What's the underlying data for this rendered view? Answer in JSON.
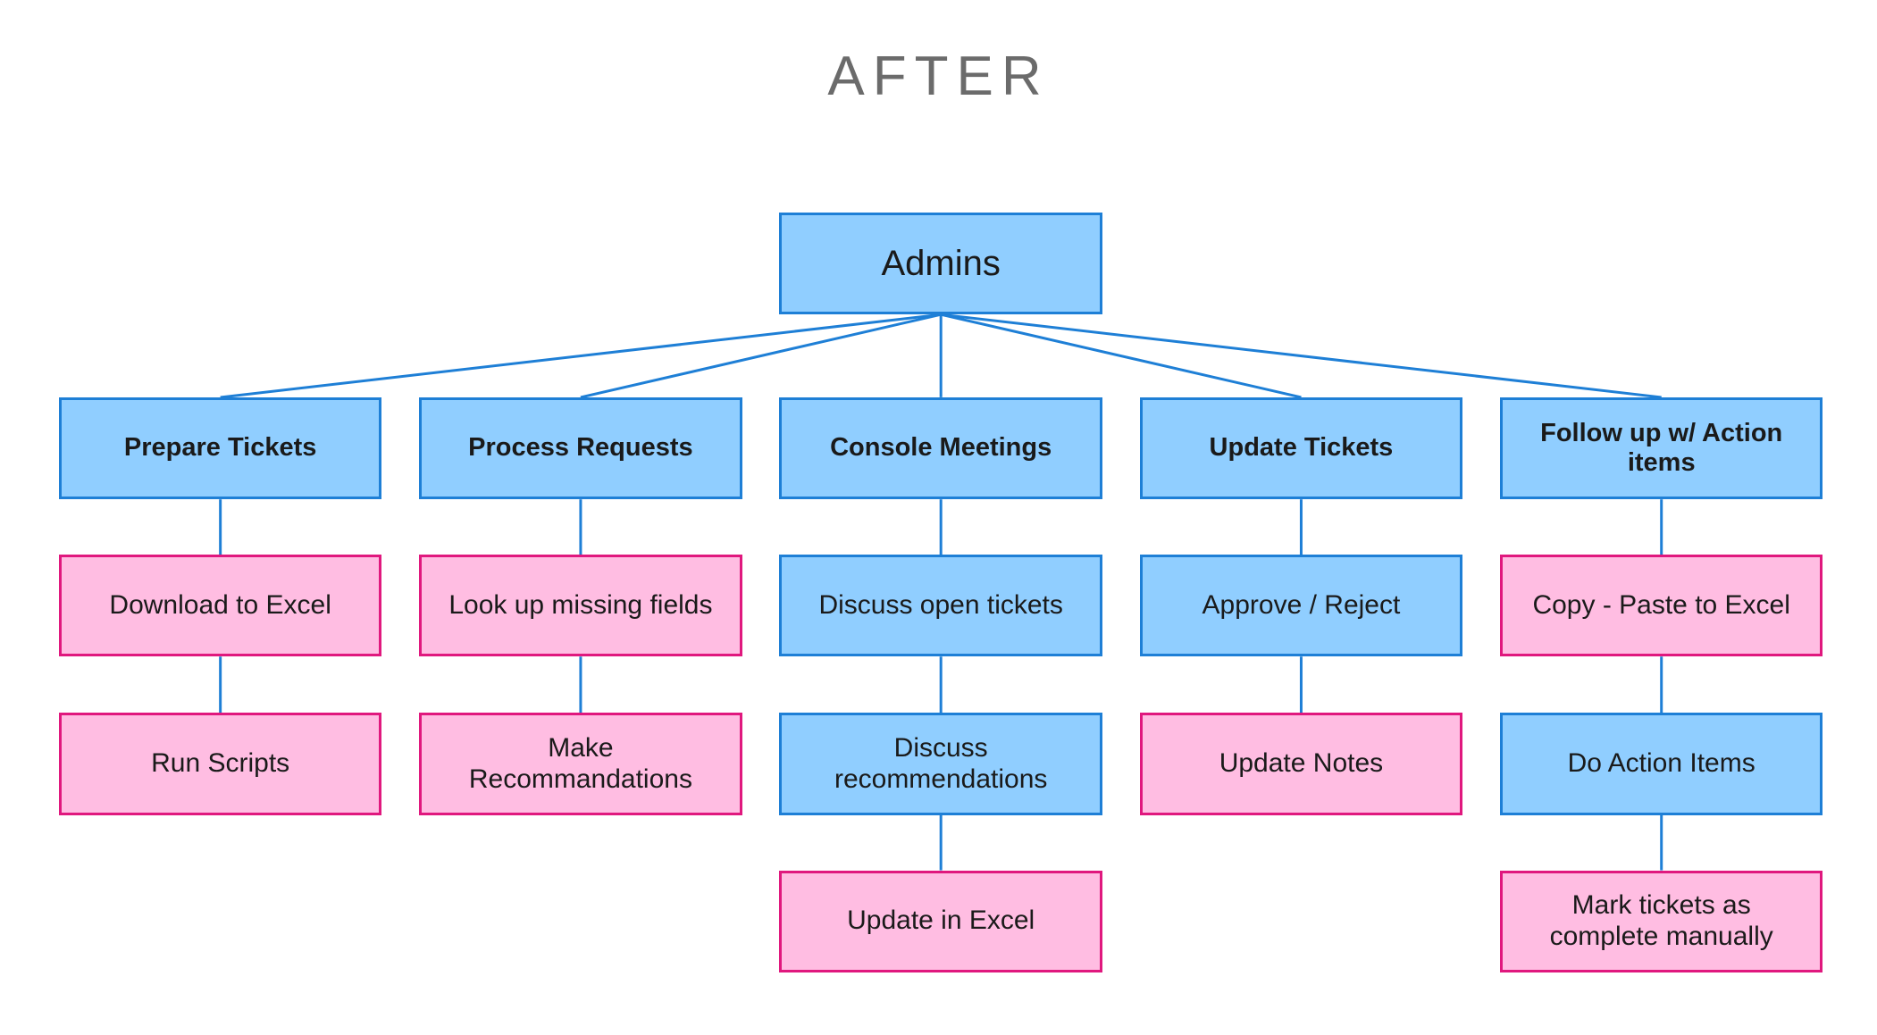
{
  "title": "AFTER",
  "colors": {
    "blue_fill": "#90ceff",
    "blue_border": "#1e7fd6",
    "pink_fill": "#ffbde2",
    "pink_border": "#e0187e",
    "connector": "#1e7fd6"
  },
  "root": {
    "label": "Admins",
    "color": "blue"
  },
  "branches": [
    {
      "label": "Prepare Tickets",
      "color": "blue",
      "children": [
        {
          "label": "Download to Excel",
          "color": "pink"
        },
        {
          "label": "Run Scripts",
          "color": "pink"
        }
      ]
    },
    {
      "label": "Process Requests",
      "color": "blue",
      "children": [
        {
          "label": "Look up missing fields",
          "color": "pink"
        },
        {
          "label": "Make Recommandations",
          "color": "pink"
        }
      ]
    },
    {
      "label": "Console Meetings",
      "color": "blue",
      "children": [
        {
          "label": "Discuss open tickets",
          "color": "blue"
        },
        {
          "label": "Discuss recommendations",
          "color": "blue"
        },
        {
          "label": "Update in Excel",
          "color": "pink"
        }
      ]
    },
    {
      "label": "Update Tickets",
      "color": "blue",
      "children": [
        {
          "label": "Approve / Reject",
          "color": "blue"
        },
        {
          "label": "Update Notes",
          "color": "pink"
        }
      ]
    },
    {
      "label": "Follow up w/ Action items",
      "color": "blue",
      "children": [
        {
          "label": "Copy - Paste to Excel",
          "color": "pink"
        },
        {
          "label": "Do Action Items",
          "color": "blue"
        },
        {
          "label": "Mark tickets as complete manually",
          "color": "pink"
        }
      ]
    }
  ]
}
